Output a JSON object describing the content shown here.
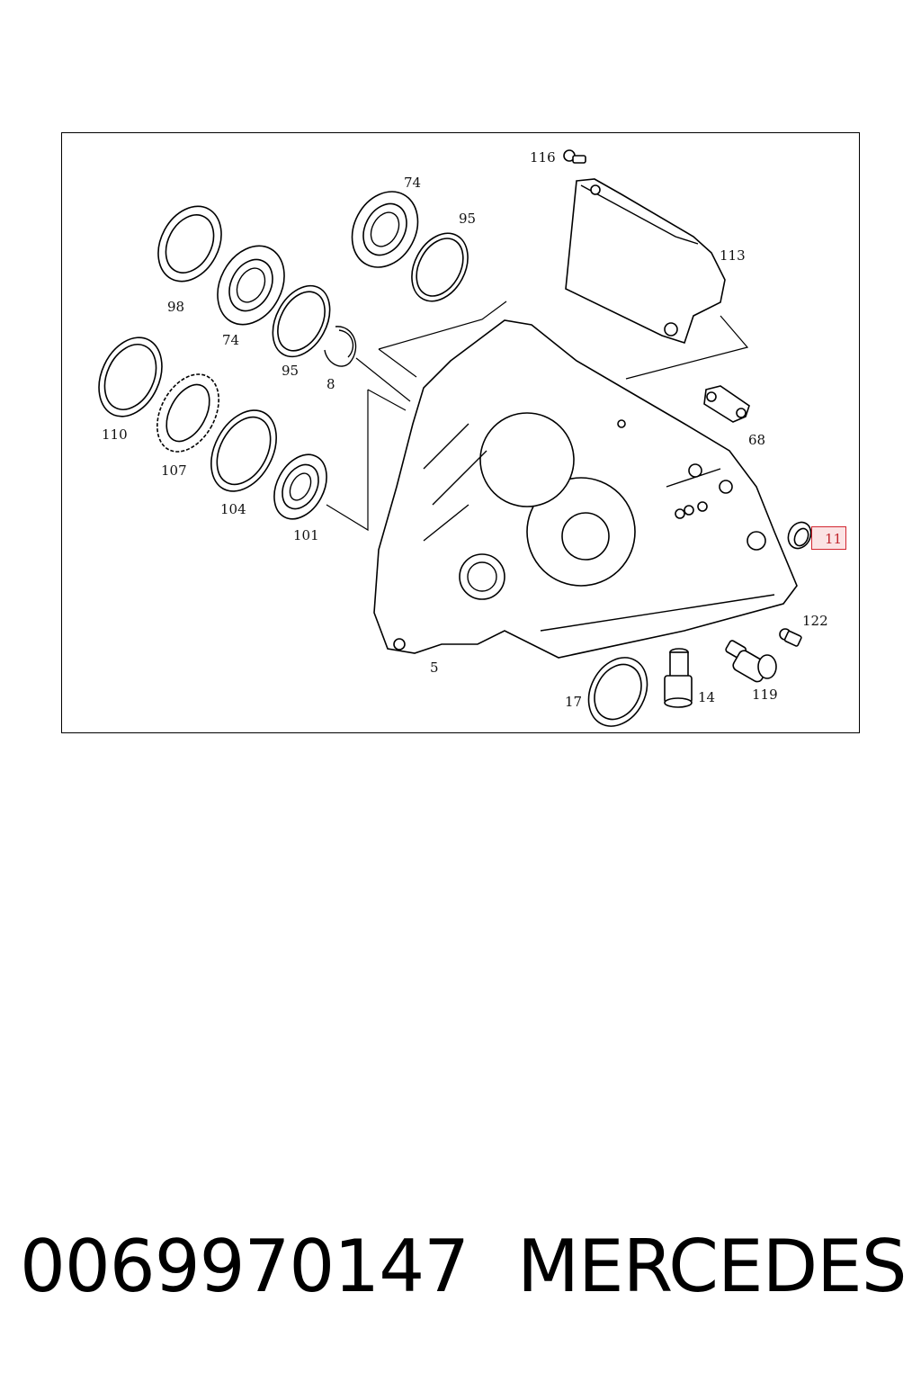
{
  "diagram": {
    "callouts": [
      {
        "id": "c116",
        "text": "116"
      },
      {
        "id": "c74a",
        "text": "74"
      },
      {
        "id": "c95a",
        "text": "95"
      },
      {
        "id": "c113",
        "text": "113"
      },
      {
        "id": "c98",
        "text": "98"
      },
      {
        "id": "c74b",
        "text": "74"
      },
      {
        "id": "c95b",
        "text": "95"
      },
      {
        "id": "c8",
        "text": "8"
      },
      {
        "id": "c110",
        "text": "110"
      },
      {
        "id": "c107",
        "text": "107"
      },
      {
        "id": "c68",
        "text": "68"
      },
      {
        "id": "c104",
        "text": "104"
      },
      {
        "id": "c101",
        "text": "101"
      },
      {
        "id": "c11",
        "text": "11",
        "highlighted": true
      },
      {
        "id": "c122",
        "text": "122"
      },
      {
        "id": "c5",
        "text": "5"
      },
      {
        "id": "c17",
        "text": "17"
      },
      {
        "id": "c14",
        "text": "14"
      },
      {
        "id": "c119",
        "text": "119"
      }
    ],
    "highlight_color": "#d22630"
  },
  "caption": {
    "part_number": "0069970147",
    "brand": "MERCEDES"
  }
}
